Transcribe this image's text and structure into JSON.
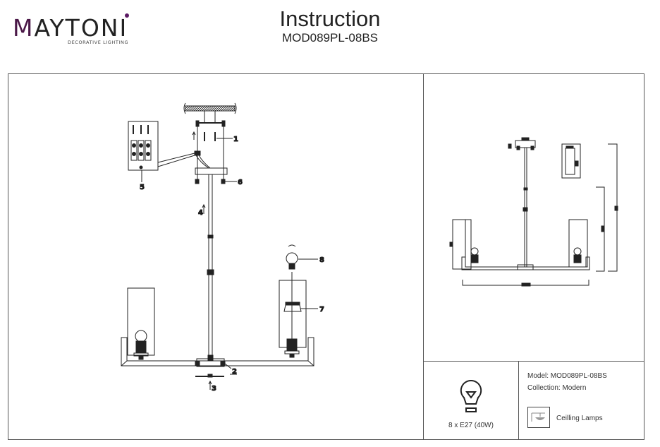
{
  "brand": {
    "name_first_letter": "M",
    "name_rest": "AYTONI",
    "tagline": "DECORATIVE LIGHTING",
    "accent_color": "#5b1a63"
  },
  "header": {
    "title": "Instruction",
    "model": "MOD089PL-08BS"
  },
  "assembly_diagram": {
    "callouts": [
      "1",
      "2",
      "3",
      "4",
      "5",
      "6",
      "7",
      "8"
    ]
  },
  "specs": {
    "bulb_icon": "light-bulb-icon",
    "bulb_caption": "8 x E27 (40W)",
    "model_line": "Model: MOD089PL-08BS",
    "collection_line": "Collection: Modern",
    "category_icon": "ceiling-lamp-icon",
    "category_label": "Ceilling Lamps"
  }
}
